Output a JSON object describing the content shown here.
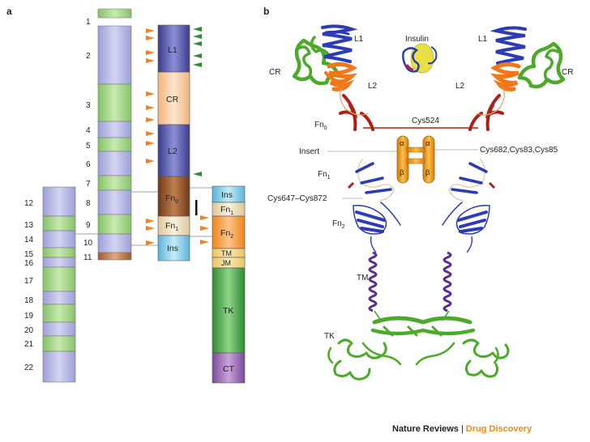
{
  "panels": {
    "a": "a",
    "b": "b"
  },
  "exons": [
    "1",
    "2",
    "3",
    "4",
    "5",
    "6",
    "7",
    "8",
    "9",
    "10",
    "11",
    "12",
    "13",
    "14",
    "15",
    "16",
    "17",
    "18",
    "19",
    "20",
    "21",
    "22"
  ],
  "domains_left": {
    "L1": "L1",
    "CR": "CR",
    "L2": "L2",
    "Fn0_base": "Fn",
    "Fn0_sub": "0",
    "Fn1_base": "Fn",
    "Fn1_sub": "1",
    "Ins": "Ins"
  },
  "domains_right": {
    "Ins": "Ins",
    "Fn1_base": "Fn",
    "Fn1_sub": "1",
    "Fn2_base": "Fn",
    "Fn2_sub": "2",
    "TM": "TM",
    "JM": "JM",
    "TK": "TK",
    "CT": "CT"
  },
  "structure": {
    "L1_left": "L1",
    "L1_right": "L1",
    "insulin": "Insulin",
    "CR_left": "CR",
    "CR_right": "CR",
    "L2_left": "L2",
    "L2_right": "L2",
    "Fn0_base": "Fn",
    "Fn0_sub": "0",
    "cys524": "Cys524",
    "insert": "Insert",
    "cys682": "Cys682,Cys83,Cys85",
    "alpha": "α",
    "beta": "β",
    "Fn1_base": "Fn",
    "Fn1_sub": "1",
    "cys647": "Cys647–Cys872",
    "Fn2_base": "Fn",
    "Fn2_sub": "2",
    "TM": "TM",
    "TK": "TK"
  },
  "footer": {
    "brand": "Nature Reviews",
    "separator": "|",
    "journal": "Drug Discovery"
  },
  "colors": {
    "exon_lavender": "#b9b9e6",
    "exon_green": "#a8dc8c",
    "exon_tan": "#c88c5a",
    "L_domain": "#5d5fb0",
    "CR_domain": "#fbd2a6",
    "Fn0_domain": "#9b5a2c",
    "Fn1_domain": "#f3e6c6",
    "Ins_domain": "#8fd4ec",
    "Fn2_domain": "#f7a24a",
    "TM_domain": "#f4d88c",
    "TK_domain": "#4aab4a",
    "CT_domain": "#9a6ab4",
    "arrow_orange": "#e8852c",
    "arrow_green": "#2f8a3a",
    "ribbon_blue": "#2d3cb4",
    "ribbon_orange": "#f07818",
    "ribbon_green": "#4caa2a",
    "ribbon_red": "#b01e14",
    "helix_purple": "#5a2d8c",
    "journal_orange": "#f08a1c"
  }
}
